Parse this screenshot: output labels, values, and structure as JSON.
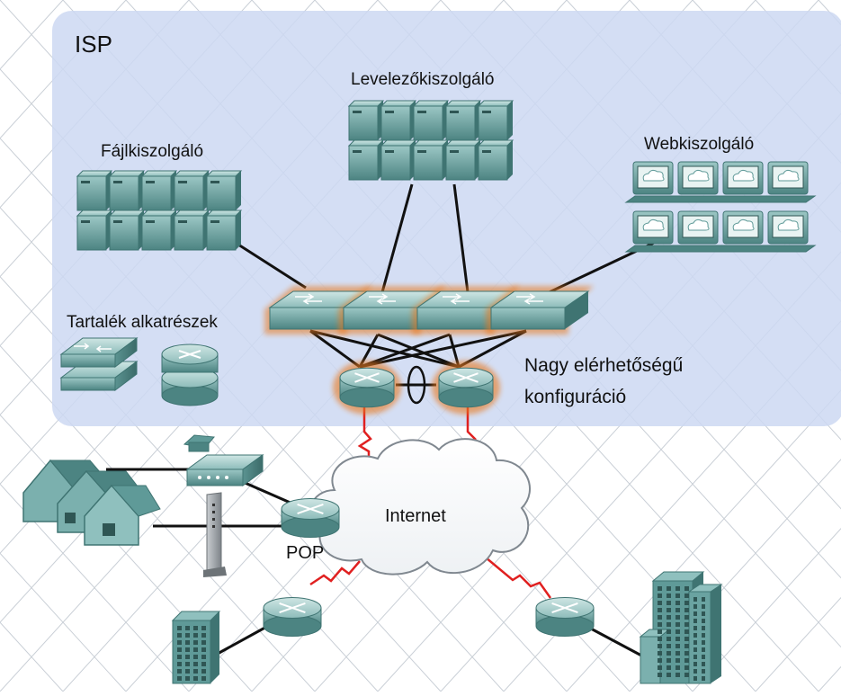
{
  "labels": {
    "isp": "ISP",
    "mail_server": "Levelezőkiszolgáló",
    "file_server": "Fájlkiszolgáló",
    "web_server": "Webkiszolgáló",
    "spare_parts": "Tartalék alkatrészek",
    "high_availability_line1": "Nagy elérhetőségű",
    "high_availability_line2": "konfiguráció",
    "internet": "Internet",
    "pop": "POP"
  },
  "colors": {
    "isp_zone": "#cdd8f2",
    "device_teal": "#5f9a98",
    "device_dark": "#3f7472",
    "highlight": "#e8781e",
    "wan_link": "#e02020",
    "cable": "#111111",
    "grid": "#c9cfd6"
  }
}
